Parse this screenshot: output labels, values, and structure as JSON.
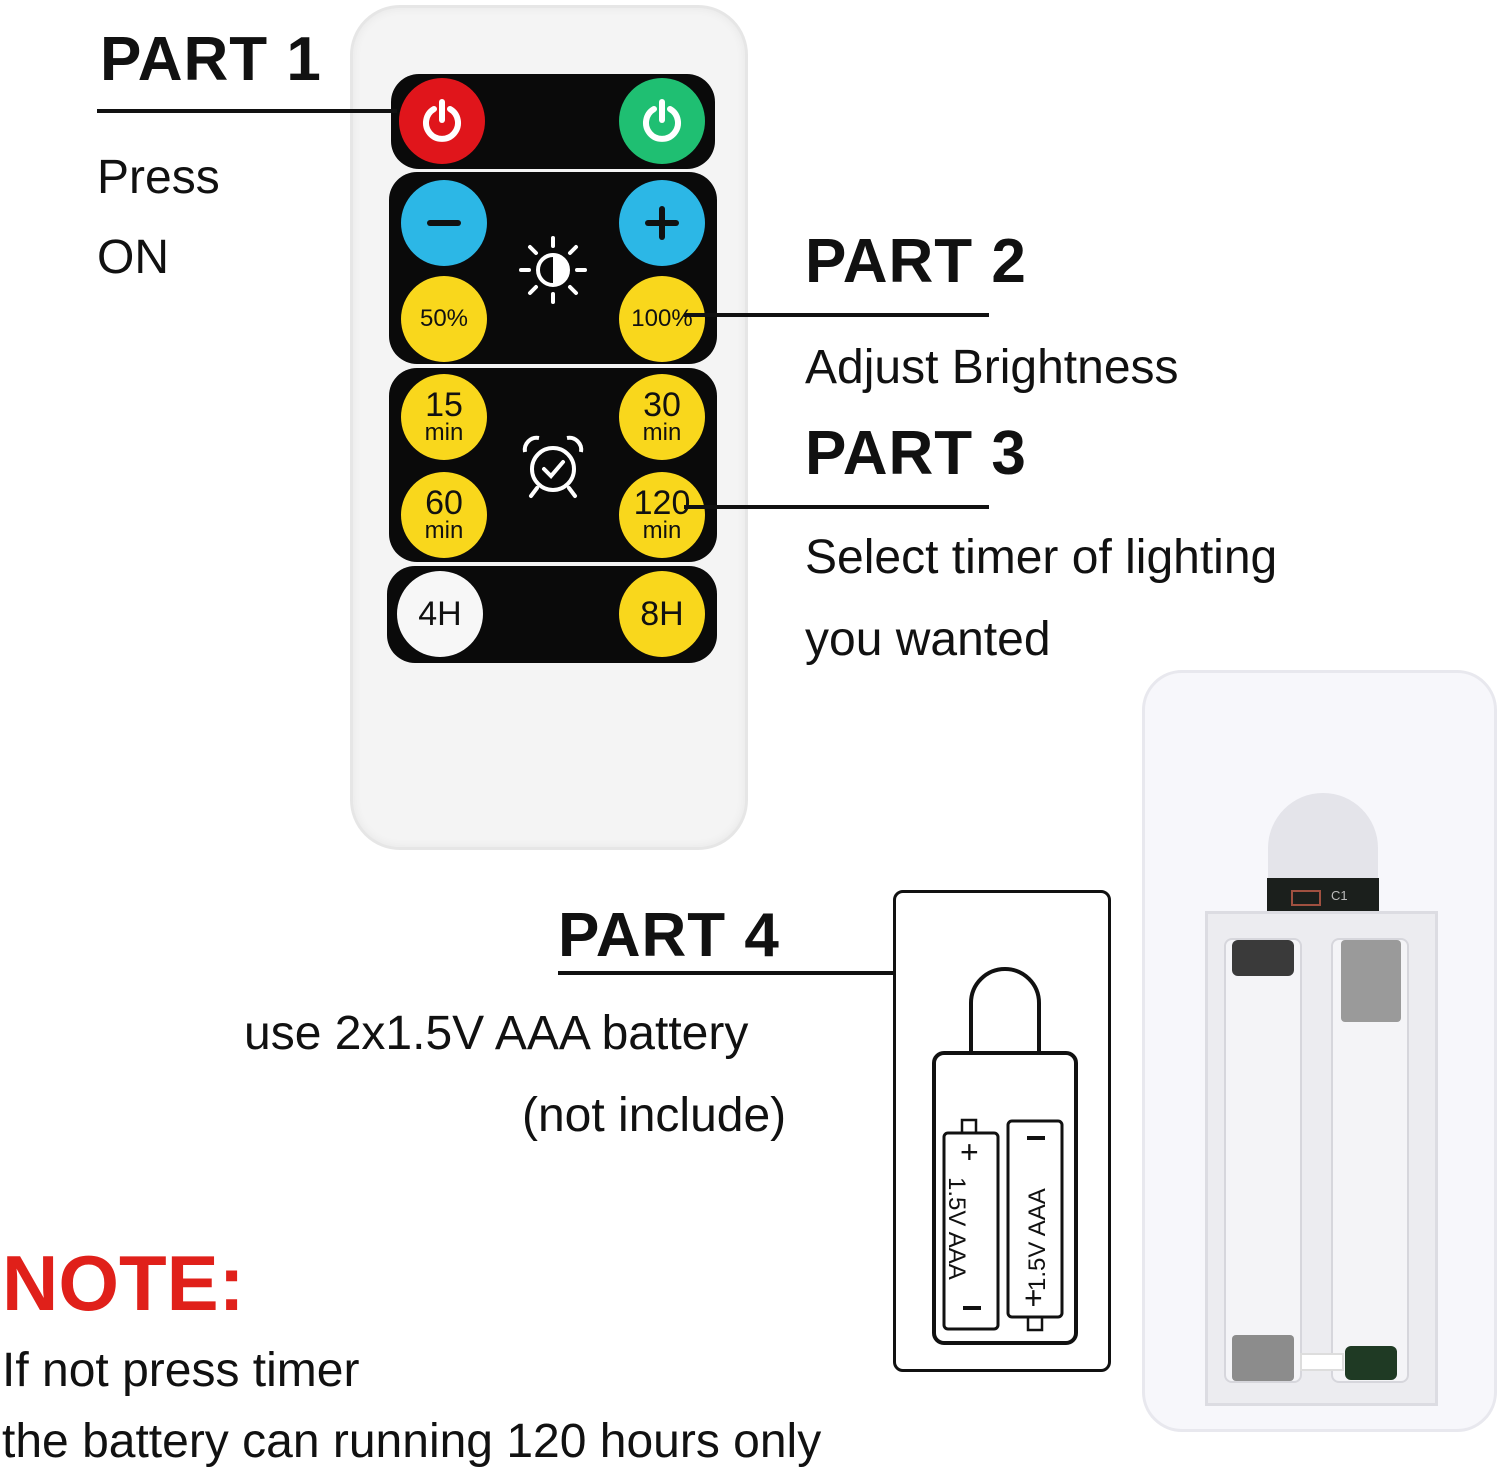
{
  "part1": {
    "title": "PART 1",
    "line1": "Press",
    "line2": "ON"
  },
  "part2": {
    "title": "PART 2",
    "desc": "Adjust Brightness"
  },
  "part3": {
    "title": "PART 3",
    "line1": "Select timer of lighting",
    "line2": "you wanted"
  },
  "part4": {
    "title": "PART 4",
    "line1": "use 2x1.5V AAA battery",
    "line2": "(not include)"
  },
  "note": {
    "title": "NOTE:",
    "line1": "If not press timer",
    "line2": "the battery can running 120 hours only"
  },
  "remote": {
    "brightness": {
      "low": "50%",
      "high": "100%"
    },
    "timers": [
      {
        "num": "15",
        "unit": "min"
      },
      {
        "num": "30",
        "unit": "min"
      },
      {
        "num": "60",
        "unit": "min"
      },
      {
        "num": "120",
        "unit": "min"
      }
    ],
    "hours": {
      "left": "4H",
      "right": "8H"
    }
  },
  "battery": {
    "label1": "1.5V AAA",
    "label2": "1.5V AAA",
    "chip_label": "C1"
  },
  "colors": {
    "power_off": "#e0151b",
    "power_on": "#1fbf72",
    "minus_plus": "#2cb7e6",
    "timer": "#f9d71c",
    "note": "#e0201a"
  }
}
